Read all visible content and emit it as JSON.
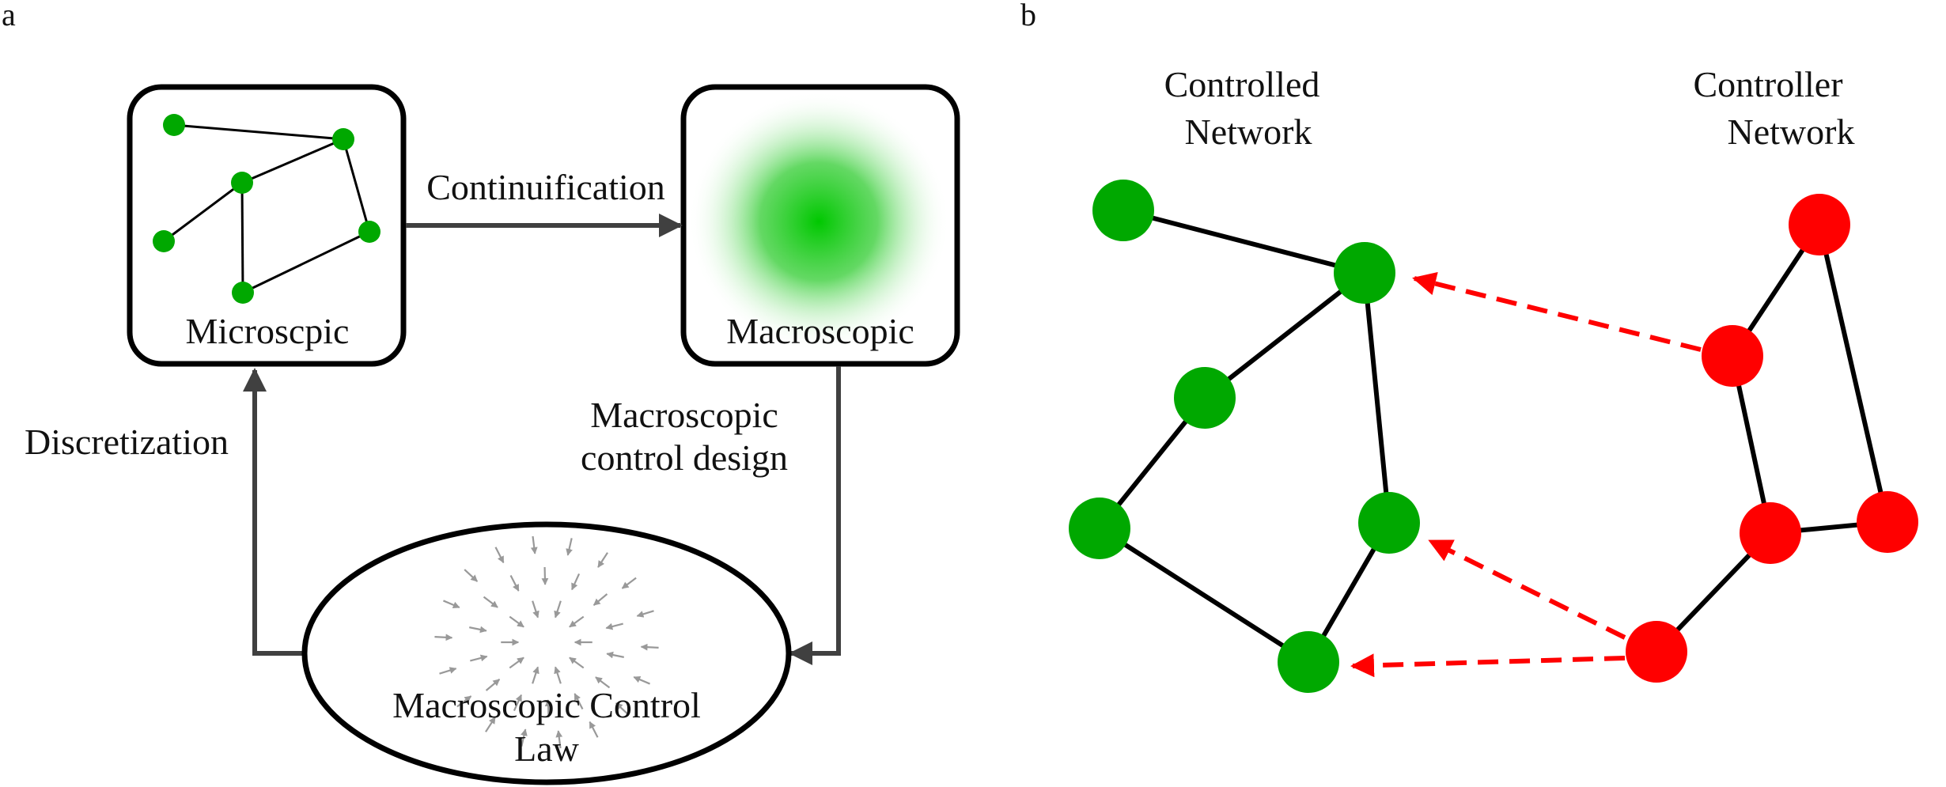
{
  "panel_a": {
    "letter": "a",
    "micro_box_label": "Microscpic",
    "macro_box_label": "Macroscopic",
    "arrow_continuification": "Continuification",
    "arrow_discretization": "Discretization",
    "arrow_design_line1": "Macroscopic",
    "arrow_design_line2": "control design",
    "ellipse_line1": "Macroscopic Control",
    "ellipse_line2": "Law"
  },
  "panel_b": {
    "letter": "b",
    "controlled_line1": "Controlled",
    "controlled_line2": "Network",
    "controller_line1": "Controller",
    "controller_line2": "Network"
  },
  "colors": {
    "green": "#00a800",
    "red": "#ff0000",
    "arrow": "#404040",
    "field_arrow": "#999999",
    "stroke": "#000000"
  }
}
